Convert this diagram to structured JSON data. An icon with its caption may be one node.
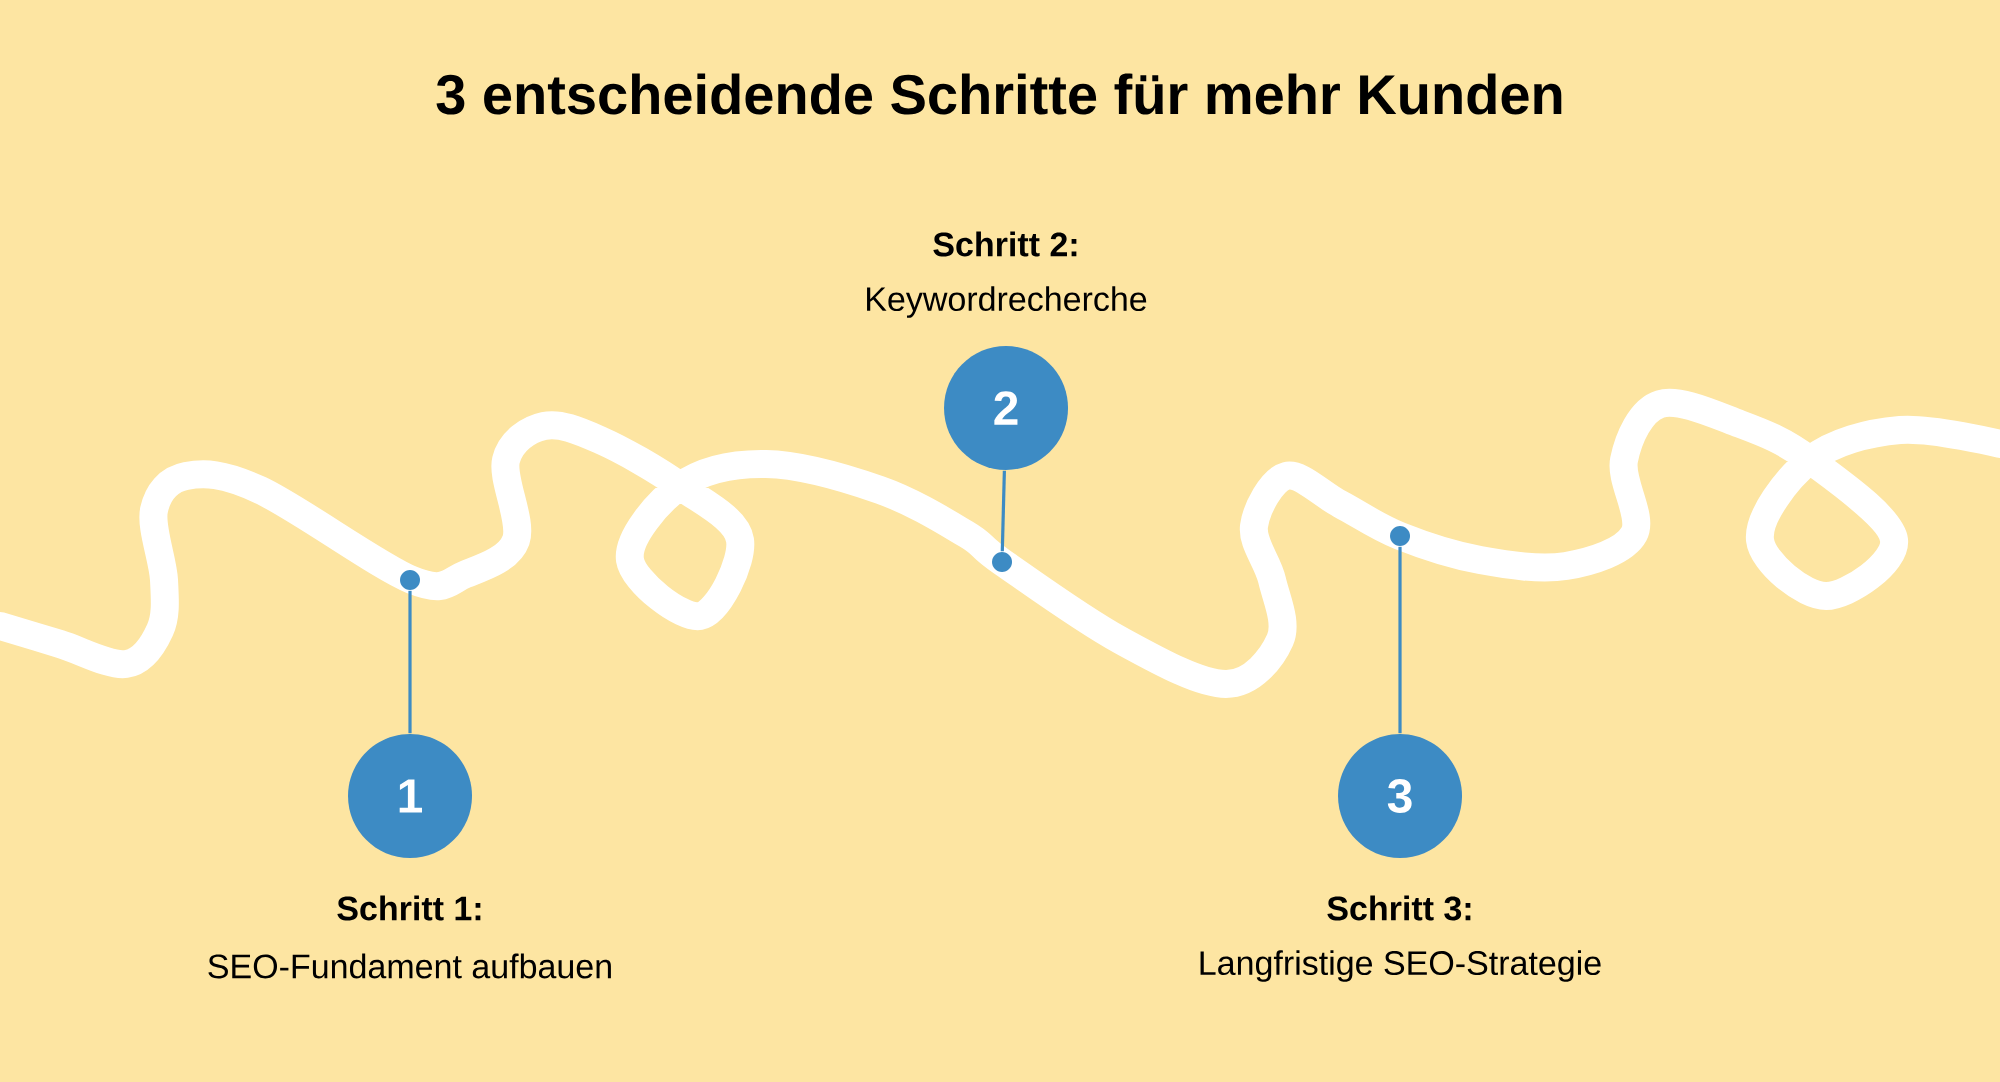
{
  "diagram": {
    "title": "3 entscheidende Schritte für mehr Kunden",
    "nodes": [
      {
        "text": [
          "1"
        ],
        "beside": [
          "Schritt 1:",
          "SEO-Fundament aufbauen"
        ]
      },
      {
        "text": [],
        "shape": "circle"
      },
      {
        "text": [
          "2"
        ],
        "beside": [
          "Schritt 2:",
          "Keywordrecherche"
        ]
      },
      {
        "text": [],
        "shape": "circle"
      },
      {
        "text": [
          "3"
        ],
        "beside": [
          "Schritt 3:",
          "Langfristige SEO-Strategie"
        ]
      },
      {
        "text": [],
        "shape": "circle"
      }
    ],
    "edges": [
      {
        "from": 0,
        "to": 1,
        "arrow": "none"
      },
      {
        "from": 2,
        "to": 3,
        "arrow": "none"
      },
      {
        "from": 4,
        "to": 5,
        "arrow": "none"
      }
    ]
  }
}
